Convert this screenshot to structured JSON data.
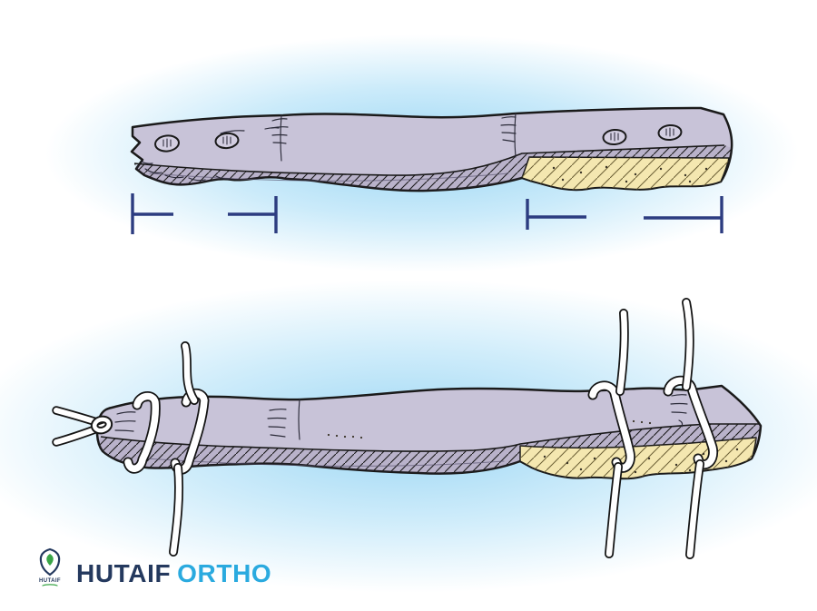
{
  "branding": {
    "icon_text": "HUTAIF",
    "name_primary": "HUTAIF",
    "name_secondary": "ORTHO"
  },
  "palette": {
    "navy": "#24395e",
    "cyan": "#2aaadf",
    "graft_lavender": "#c8c3d8",
    "graft_shadow": "#b3adc9",
    "cancellous_yellow": "#f4e7b0",
    "outline_black": "#1a1a1a",
    "suture_white": "#ffffff",
    "bracket_navy": "#2c3c80",
    "glow_blue": "#96d4f3",
    "logo_leaf_green": "#3aa547"
  },
  "illustration": {
    "panels": [
      {
        "name": "graft-top-view",
        "elements": [
          "bone-block-left",
          "tendon-midsection",
          "bone-block-right",
          "drill-holes",
          "cancellous-surface",
          "length-measurement-brackets"
        ]
      },
      {
        "name": "graft-with-whip-sutures",
        "elements": [
          "suture-knot",
          "suture-tails",
          "suture-loops",
          "hanging-suture-strands",
          "cancellous-surface"
        ]
      }
    ]
  }
}
